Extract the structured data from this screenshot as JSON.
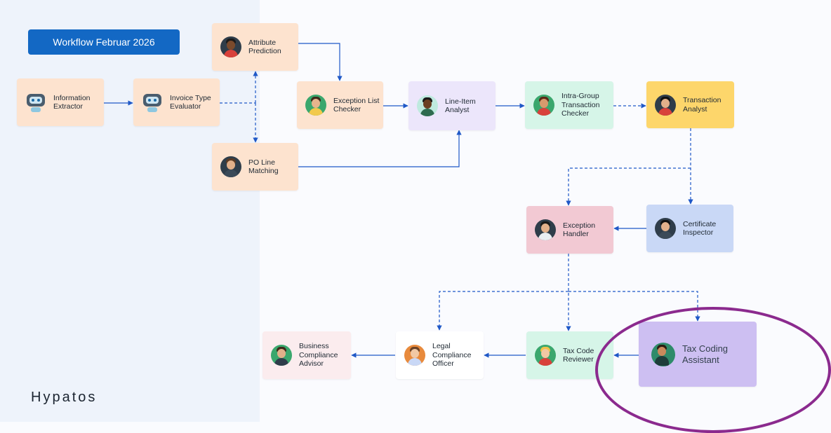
{
  "header": {
    "title": "Workflow Februar 2026"
  },
  "brand": {
    "name": "Hypatos"
  },
  "colors": {
    "peach": "#fde3cf",
    "lavender": "#ece6fb",
    "mint": "#d6f5e8",
    "yellow": "#fdd66b",
    "pink": "#f2c9d3",
    "blue": "#c9d8f6",
    "rose": "#fbecee",
    "white": "#ffffff",
    "purple": "#cdbff2",
    "accent": "#1368c4",
    "highlight": "#8b2a8e"
  },
  "nodes": {
    "information_extractor": {
      "label": "Information Extractor",
      "icon": "robot-icon"
    },
    "invoice_type_evaluator": {
      "label": "Invoice Type Evaluator",
      "icon": "robot-icon"
    },
    "attribute_prediction": {
      "label": "Attribute Prediction",
      "icon": "person-avatar-icon"
    },
    "po_line_matching": {
      "label": "PO Line Matching",
      "icon": "person-avatar-icon"
    },
    "exception_list_checker": {
      "label": "Exception List Checker",
      "icon": "person-avatar-icon"
    },
    "line_item_analyst": {
      "label": "Line-Item Analyst",
      "icon": "person-avatar-icon"
    },
    "intra_group_transaction_checker": {
      "label": "Intra-Group Transaction Checker",
      "icon": "person-avatar-icon"
    },
    "transaction_analyst": {
      "label": "Transaction Analyst",
      "icon": "person-avatar-icon"
    },
    "exception_handler": {
      "label": "Exception Handler",
      "icon": "person-avatar-icon"
    },
    "certificate_inspector": {
      "label": "Certificate Inspector",
      "icon": "person-avatar-icon"
    },
    "tax_code_reviewer": {
      "label": "Tax Code Reviewer",
      "icon": "person-avatar-icon"
    },
    "tax_coding_assistant": {
      "label": "Tax Coding Assistant",
      "icon": "person-avatar-icon"
    },
    "legal_compliance_officer": {
      "label": "Legal Compliance Officer",
      "icon": "person-avatar-icon"
    },
    "business_compliance_advisor": {
      "label": "Business Compliance Advisor",
      "icon": "person-avatar-icon"
    }
  }
}
